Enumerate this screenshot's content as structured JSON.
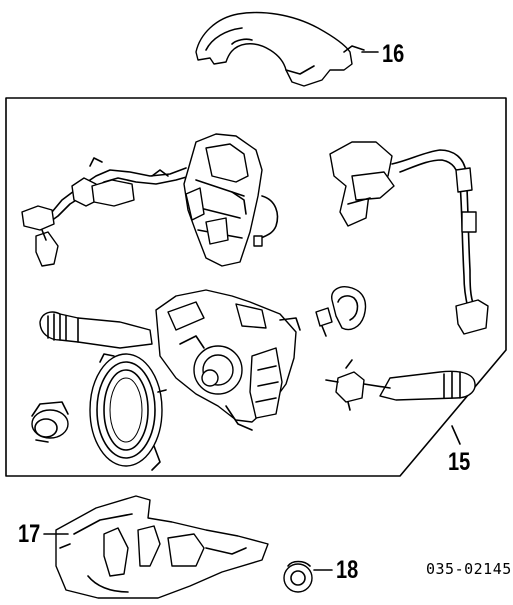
{
  "callouts": {
    "c16": "16",
    "c15": "15",
    "c17": "17",
    "c18": "18"
  },
  "diagram_code": "035-02145",
  "icons": {
    "upper_cover": "upper-column-cover",
    "combination_switch": "combination-switch-assembly",
    "lower_cover": "lower-column-cover",
    "grommet": "grommet"
  }
}
